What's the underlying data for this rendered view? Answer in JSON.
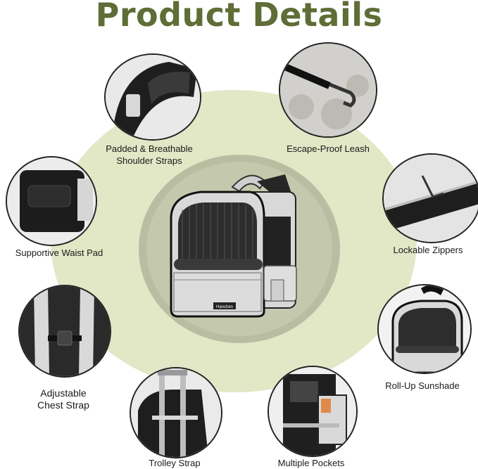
{
  "title": "Product Details",
  "center_product": {
    "brand_tag": "Hanchen"
  },
  "features": [
    {
      "label_line1": "Padded & Breathable",
      "label_line2": "Shoulder Straps",
      "icon": "shoulder-strap-photo"
    },
    {
      "label_line1": "Escape-Proof Leash",
      "label_line2": "",
      "icon": "leash-clip-photo"
    },
    {
      "label_line1": "Supportive Waist Pad",
      "label_line2": "",
      "icon": "waist-pad-photo"
    },
    {
      "label_line1": "Lockable Zippers",
      "label_line2": "",
      "icon": "zipper-photo"
    },
    {
      "label_line1": "Adjustable",
      "label_line2": "Chest Strap",
      "icon": "chest-strap-photo"
    },
    {
      "label_line1": "Roll-Up Sunshade",
      "label_line2": "",
      "icon": "sunshade-photo"
    },
    {
      "label_line1": "Trolley Strap",
      "label_line2": "",
      "icon": "trolley-strap-photo"
    },
    {
      "label_line1": "Multiple Pockets",
      "label_line2": "",
      "icon": "pockets-photo"
    }
  ],
  "colors": {
    "title": "#5f6d36",
    "background_ellipse": "#e2e7c6",
    "center_ring": "#b9bea3"
  }
}
